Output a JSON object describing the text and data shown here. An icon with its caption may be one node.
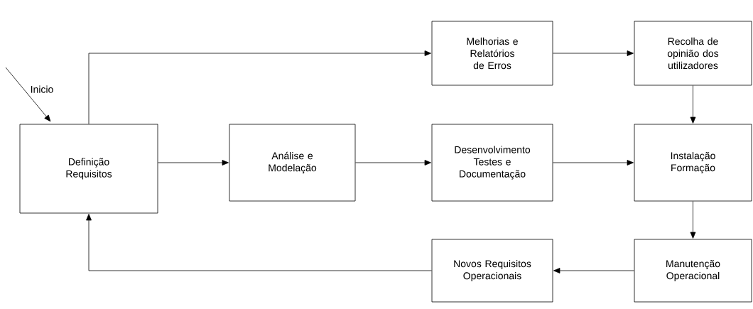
{
  "diagram": {
    "nodes": [
      {
        "text": [
          "Melhorias e Relatórios de Erros"
        ]
      },
      {
        "text": [
          "Recolha de opinião dos utilizadores"
        ]
      },
      {
        "text": [
          "Definição Requisitos"
        ]
      },
      {
        "text": [
          "Análise e Modelação"
        ]
      },
      {
        "text": [
          "Desenvolvimento Testes e Documentação"
        ]
      },
      {
        "text": [
          "Instalação Formação"
        ]
      },
      {
        "text": [
          "Novos Requisitos Operacionais"
        ]
      },
      {
        "text": [
          "Manutenção Operacional"
        ]
      }
    ],
    "edges": [
      {
        "from": null,
        "to": 2,
        "arrow": "to",
        "label": "Inicio"
      },
      {
        "from": 2,
        "to": 0,
        "arrow": "to"
      },
      {
        "from": 0,
        "to": 1,
        "arrow": "to"
      },
      {
        "from": 1,
        "to": 5,
        "arrow": "to"
      },
      {
        "from": 2,
        "to": 3,
        "arrow": "to"
      },
      {
        "from": 3,
        "to": 4,
        "arrow": "to"
      },
      {
        "from": 4,
        "to": 5,
        "arrow": "to"
      },
      {
        "from": 5,
        "to": 7,
        "arrow": "to"
      },
      {
        "from": 7,
        "to": 6,
        "arrow": "to"
      },
      {
        "from": 6,
        "to": 2,
        "arrow": "to"
      }
    ]
  }
}
